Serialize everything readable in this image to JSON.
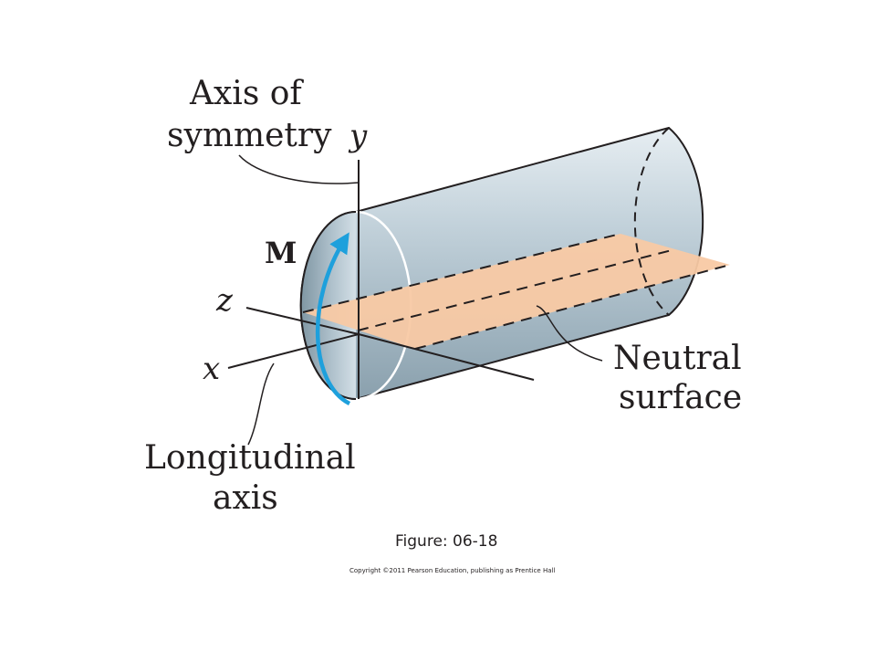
{
  "labels": {
    "axis_of_symmetry_line1": "Axis of",
    "axis_of_symmetry_line2": "symmetry",
    "y_axis": "y",
    "z_axis": "z",
    "x_axis": "x",
    "moment": "M",
    "neutral_surface_line1": "Neutral",
    "neutral_surface_line2": "surface",
    "longitudinal_axis_line1": "Longitudinal",
    "longitudinal_axis_line2": "axis"
  },
  "caption": "Figure: 06-18",
  "copyright": "Copyright ©2011 Pearson Education, publishing as Prentice Hall",
  "colors": {
    "cylinder_light": "#dde6ec",
    "cylinder_mid": "#a9bcc8",
    "cylinder_dark": "#6e8795",
    "neutral_surface": "#f8c9a4",
    "moment_arrow": "#1ea0dc",
    "line": "#231f20"
  }
}
